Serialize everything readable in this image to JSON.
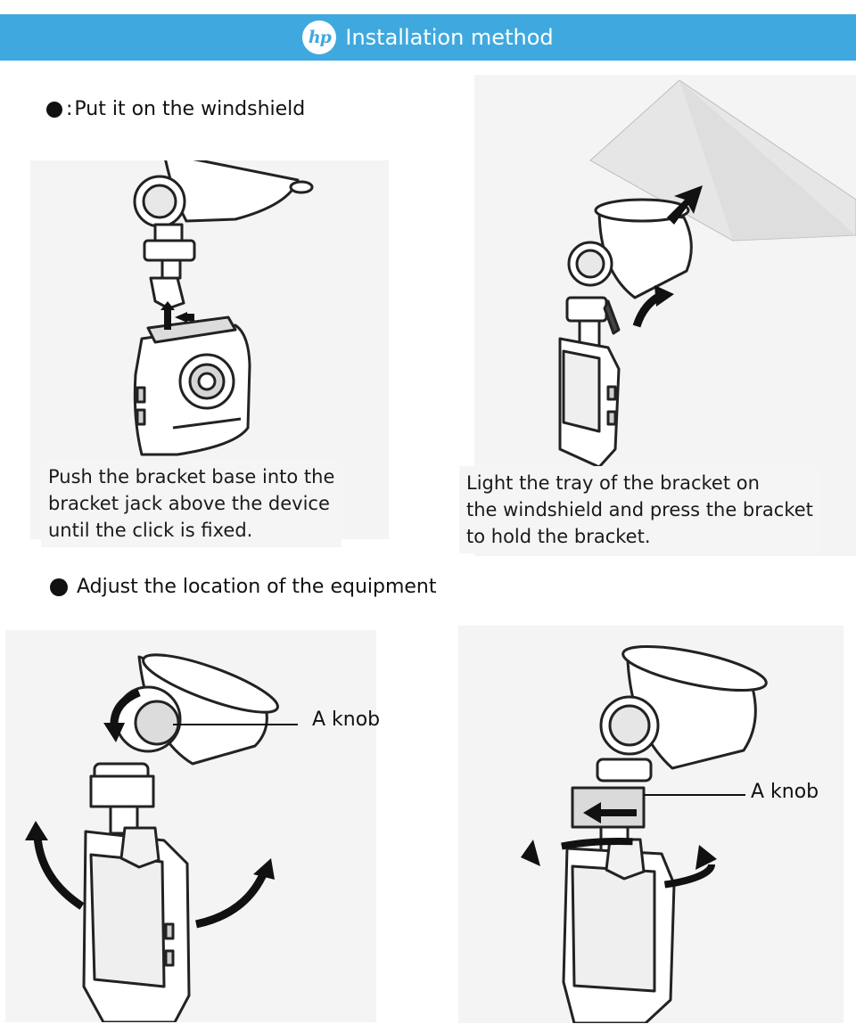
{
  "header": {
    "logo_text": "hp",
    "title": "Installation method",
    "color": "#3fa9df"
  },
  "sections": [
    {
      "title": "Put it on the windshield",
      "bullet_prefix": ":"
    },
    {
      "title": "Adjust the location of the equipment"
    }
  ],
  "steps": [
    {
      "caption": "Push the bracket base into the\nbracket jack above the device\nuntil the click is fixed."
    },
    {
      "caption": "Light the tray of the bracket on\nthe windshield and press the bracket\n to hold the bracket."
    }
  ],
  "knob_labels": [
    "A knob",
    "A knob"
  ]
}
